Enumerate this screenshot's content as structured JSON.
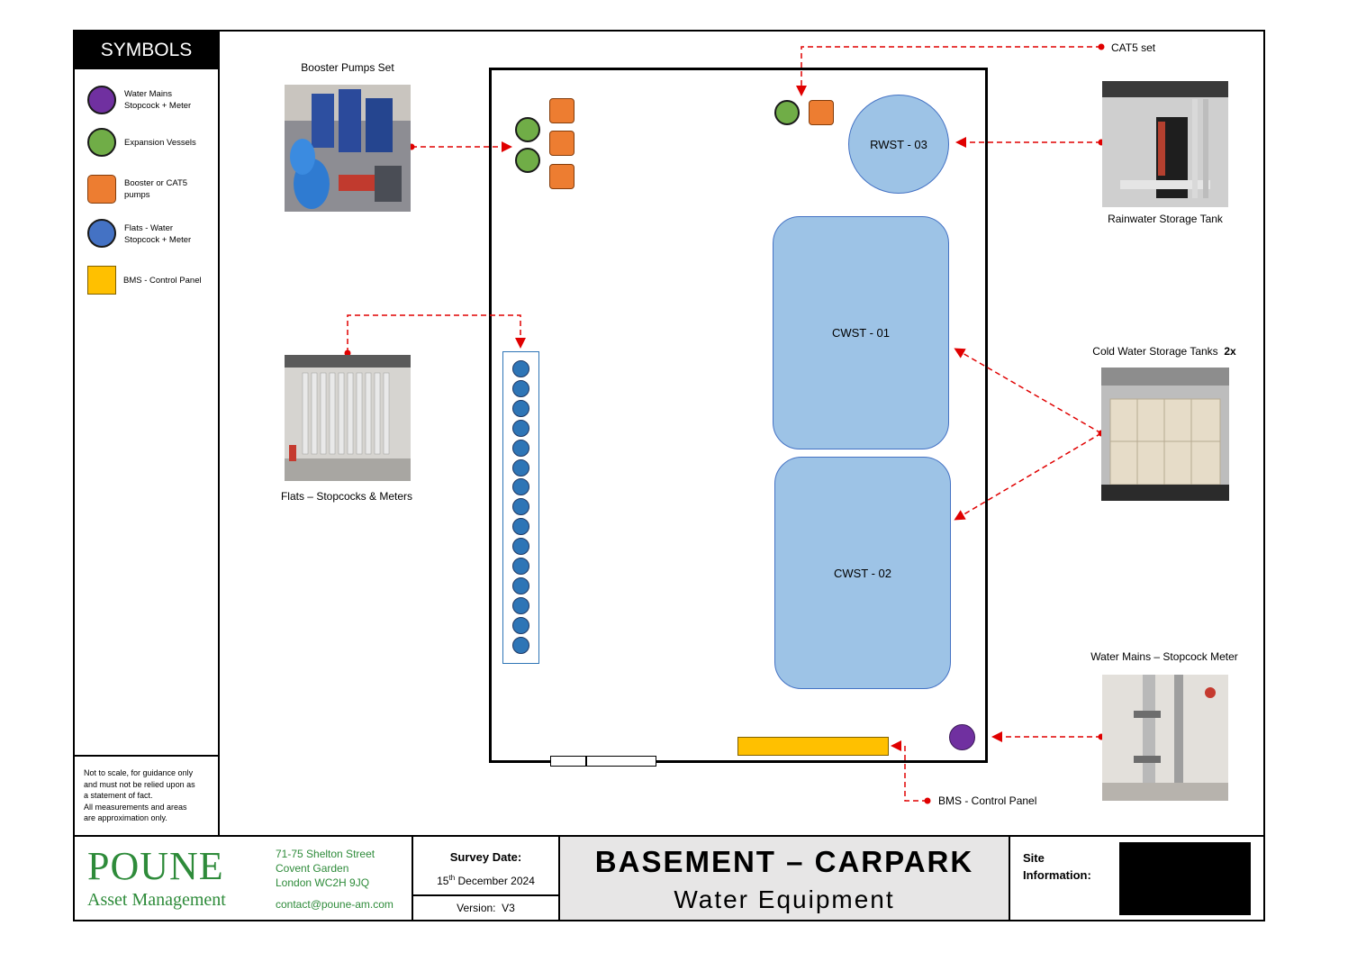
{
  "symbols": {
    "title": "SYMBOLS",
    "items": [
      {
        "line1": "Water Mains",
        "line2": "Stopcock + Meter",
        "color": "#7030a0",
        "shape": "circle"
      },
      {
        "line1": "Expansion Vessels",
        "line2": "",
        "color": "#70ad47",
        "shape": "circle"
      },
      {
        "line1": "Booster or CAT5",
        "line2": "pumps",
        "color": "#ed7d31",
        "shape": "rounded-square"
      },
      {
        "line1": "Flats - Water",
        "line2": "Stopcock + Meter",
        "color": "#4472c4",
        "shape": "circle"
      },
      {
        "line1": "BMS - Control Panel",
        "line2": "",
        "color": "#ffc000",
        "shape": "square"
      }
    ],
    "note": {
      "line1": "Not to scale, for guidance only",
      "line2": "and must not be relied upon as",
      "line3": "a statement of fact.",
      "line4": "All measurements and areas",
      "line5": "are approximation only."
    }
  },
  "plan": {
    "tanks": {
      "rwst": "RWST - 03",
      "cwst1": "CWST - 01",
      "cwst2": "CWST - 02"
    },
    "flat_stopcock_count": 15
  },
  "callouts": {
    "booster": "Booster Pumps Set",
    "cat5": "CAT5 set",
    "rainwater": "Rainwater Storage Tank",
    "flats": "Flats – Stopcocks & Meters",
    "cold_water": "Cold Water Storage Tanks",
    "cold_water_count": "2x",
    "water_mains": "Water Mains – Stopcock Meter",
    "bms": "BMS - Control Panel"
  },
  "footer": {
    "logo_main": "POUNE",
    "logo_sub": "Asset Management",
    "address1": "71-75 Shelton Street",
    "address2": "Covent Garden",
    "address3": "London WC2H 9JQ",
    "email": "contact@poune-am.com",
    "survey_label": "Survey Date:",
    "survey_day": "15",
    "survey_suffix": "th",
    "survey_rest": " December 2024",
    "version_label": "Version:",
    "version_value": "V3",
    "title": "BASEMENT – CARPARK",
    "subtitle": "Water Equipment",
    "site_label1": "Site",
    "site_label2": "Information:"
  },
  "colors": {
    "callout_arrow": "#e00000",
    "tank_fill": "#9dc3e6",
    "tank_border": "#4472c4",
    "brand_green": "#2e8b3a"
  }
}
